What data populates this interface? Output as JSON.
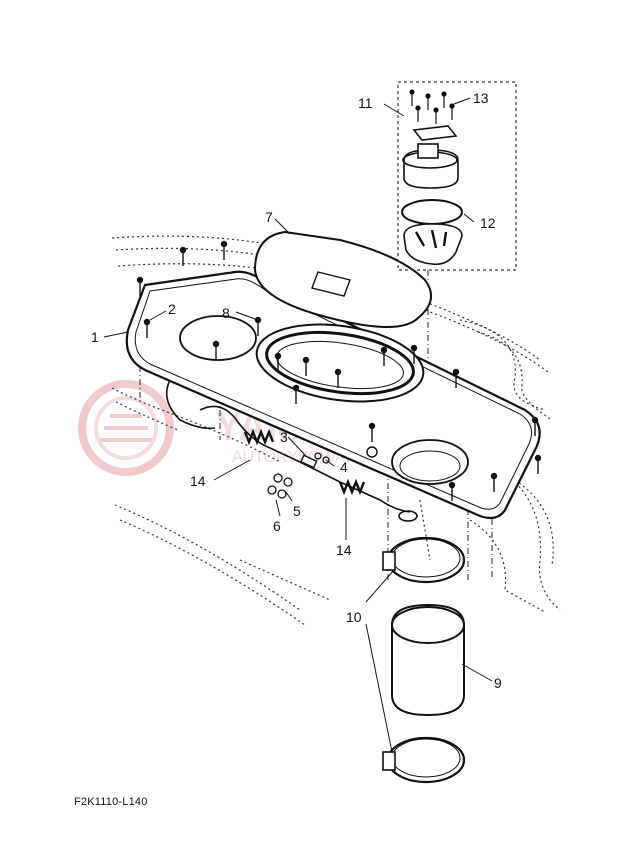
{
  "diagram": {
    "callouts": {
      "c1": "1",
      "c2": "2",
      "c3": "3",
      "c4": "4",
      "c5": "5",
      "c6": "6",
      "c7": "7",
      "c8": "8",
      "c9": "9",
      "c10a": "10",
      "c10b": "10",
      "c11": "11",
      "c12": "12",
      "c13": "13",
      "c14a": "14",
      "c14b": "14"
    },
    "figure_code": "F2K1110-L140"
  },
  "watermark": {
    "text": "YAMASKLEP.PL",
    "subtext": "AUTORYZOWANY DEALER YAMAHA",
    "color": "#d96a6a"
  }
}
